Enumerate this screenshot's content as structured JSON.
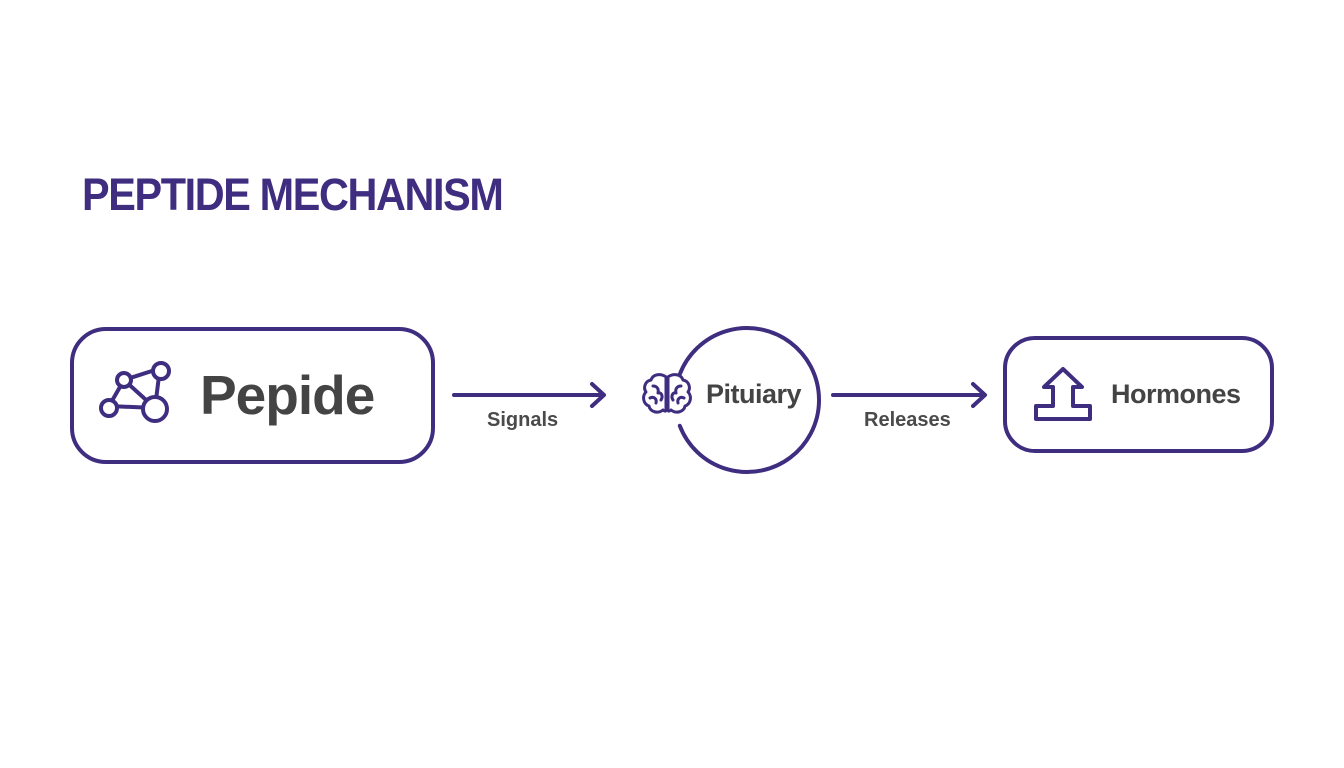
{
  "title": "PEPTIDE MECHANISM",
  "colors": {
    "accent": "#3f2d80",
    "text": "#444444",
    "background": "#ffffff"
  },
  "nodes": {
    "peptide": {
      "label": "Pepide",
      "icon": "molecule-icon"
    },
    "pituitary": {
      "label": "Pituiary",
      "icon": "brain-icon"
    },
    "hormones": {
      "label": "Hormones",
      "icon": "arrow-up-icon"
    }
  },
  "edges": {
    "signals": {
      "label": "Signals"
    },
    "releases": {
      "label": "Releases"
    }
  }
}
